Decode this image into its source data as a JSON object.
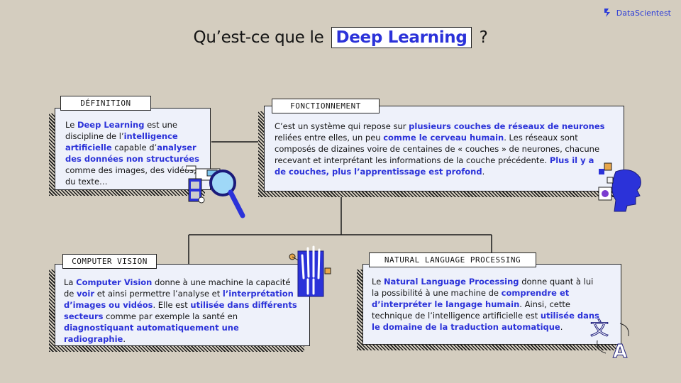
{
  "brand": {
    "name": "DataScientest"
  },
  "title": {
    "prefix": "Qu’est-ce que le",
    "highlight": "Deep Learning",
    "suffix": "?"
  },
  "definition": {
    "label": "DÉFINITION",
    "parts": [
      {
        "t": "Le ",
        "b": false
      },
      {
        "t": "Deep Learning",
        "b": true
      },
      {
        "t": " est une discipline de  l’",
        "b": false
      },
      {
        "t": "intelligence artificielle",
        "b": true
      },
      {
        "t": " capable d’",
        "b": false
      },
      {
        "t": "analyser des données non structurées",
        "b": true
      },
      {
        "t": " comme des images, des vidéos, du texte…",
        "b": false
      }
    ]
  },
  "fonctionnement": {
    "label": "FONCTIONNEMENT",
    "parts": [
      {
        "t": "C’est un système qui repose sur ",
        "b": false
      },
      {
        "t": "plusieurs couches de réseaux de neurones",
        "b": true
      },
      {
        "t": " reliées entre elles, un peu ",
        "b": false
      },
      {
        "t": "comme le cerveau humain",
        "b": true
      },
      {
        "t": ". Les réseaux sont composés de dizaines voire de centaines de « couches » de neurones, chacune recevant et interprétant les informations de la couche précédente. ",
        "b": false
      },
      {
        "t": "Plus il y a de couches, plus l’apprentissage est profond",
        "b": true
      },
      {
        "t": ".",
        "b": false
      }
    ]
  },
  "computer_vision": {
    "label": "COMPUTER VISION",
    "parts": [
      {
        "t": "La ",
        "b": false
      },
      {
        "t": "Computer Vision",
        "b": true
      },
      {
        "t": " donne à une machine la capacité de ",
        "b": false
      },
      {
        "t": "voir",
        "b": true
      },
      {
        "t": " et ainsi permettre l’analyse et ",
        "b": false
      },
      {
        "t": "l’interprétation d’images ou vidéos",
        "b": true
      },
      {
        "t": ". Elle est ",
        "b": false
      },
      {
        "t": "utilisée dans différents secteurs",
        "b": true
      },
      {
        "t": " comme par exemple la santé en ",
        "b": false
      },
      {
        "t": "diagnostiquant automatiquement une radiographie",
        "b": true
      },
      {
        "t": ".",
        "b": false
      }
    ]
  },
  "nlp": {
    "label": "NATURAL LANGUAGE PROCESSING",
    "parts": [
      {
        "t": "Le ",
        "b": false
      },
      {
        "t": "Natural Language Processing",
        "b": true
      },
      {
        "t": " donne quant à lui la possibilité à une machine de ",
        "b": false
      },
      {
        "t": "comprendre et d’interpréter le langage humain",
        "b": true
      },
      {
        "t": ". Ainsi, cette technique de l’intelligence artificielle est ",
        "b": false
      },
      {
        "t": "utilisée dans le domaine de la traduction automatique",
        "b": true
      },
      {
        "t": ".",
        "b": false
      }
    ]
  },
  "icons": {
    "brand": "datascientest-logo-icon",
    "definition": "magnifier-media-icon",
    "fonctionnement": "ai-head-icon",
    "computer_vision": "xray-hand-icon",
    "nlp": "translate-icon"
  },
  "colors": {
    "background": "#d4cdbf",
    "card": "#eef1fa",
    "accent": "#2b32d9",
    "ink": "#141414"
  }
}
